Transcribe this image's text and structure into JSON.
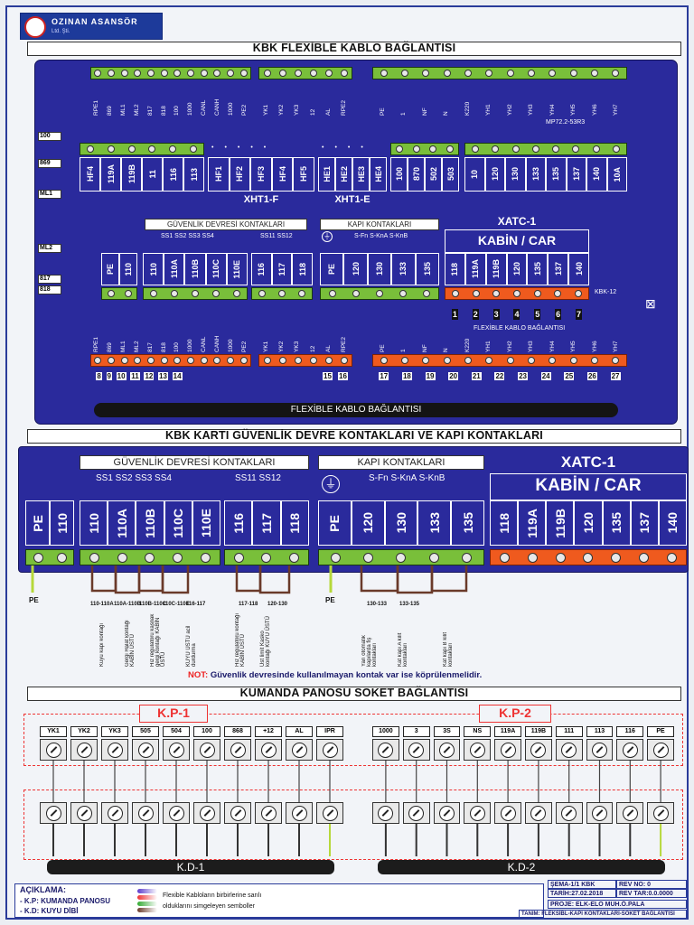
{
  "brand": {
    "name": "OZINAN ASANSÖR",
    "tagline": "Ltd. Şti."
  },
  "sec1_title": "KBK FLEXİBLE KABLO BAĞLANTISI",
  "sec2_title": "KBK KARTI GÜVENLİK DEVRE KONTAKLARI VE KAPI KONTAKLARI",
  "sec3_title": "KUMANDA PANOSU SOKET BAĞLANTISI",
  "flexible_caption": "FLEXİBLE KABLO BAĞLANTISI",
  "flex_small": "FLEXİBLE KABLO BAĞLANTISI",
  "board_code": "MP72.2-53R3",
  "kbk12": "KBK-12",
  "edge_labels": [
    "100",
    "869",
    "ML1",
    "ML2",
    "817",
    "818"
  ],
  "top_group1": [
    "RPE1",
    "869",
    "ML1",
    "ML2",
    "817",
    "818",
    "100",
    "1000",
    "CANL",
    "CANH",
    "1000",
    "PE2"
  ],
  "top_group2": [
    "YK1",
    "YK2",
    "YK3",
    "12",
    "AL",
    "RPE2"
  ],
  "top_group3": [
    "PE",
    "1",
    "NF",
    "N",
    "K220",
    "YH1",
    "YH2",
    "YH3",
    "YH4",
    "YH5",
    "YH6",
    "YH7"
  ],
  "row2_g1": [
    "HF4",
    "119A",
    "119B",
    "11",
    "116",
    "113"
  ],
  "row2_g2": [
    "HF1",
    "HF2",
    "HF3",
    "HF4",
    "HF5"
  ],
  "row2_g3": [
    "HE1",
    "HE2",
    "HE3",
    "HE4"
  ],
  "row2_g4": [
    "100",
    "870",
    "502",
    "503"
  ],
  "row2_g5": [
    "10",
    "120",
    "130",
    "133",
    "135",
    "137",
    "140",
    "10A"
  ],
  "xht1f": "XHT1-F",
  "xht1e": "XHT1-E",
  "guv_title": "GÜVENLİK DEVRESİ KONTAKLARI",
  "kapi_title": "KAPI KONTAKLARI",
  "xatc": "XATC-1",
  "kabin": "KABİN / CAR",
  "ss_a": "SS1  SS2  SS3  SS4",
  "ss_b": "SS11 SS12",
  "kapi_sub": "S-Fn  S-KnA S-KnB",
  "row3_pe": [
    "PE",
    "110"
  ],
  "row3_guv": [
    "110",
    "110A",
    "110B",
    "110C",
    "110E"
  ],
  "row3_ss": [
    "116",
    "117",
    "118"
  ],
  "row3_kapi": [
    "PE",
    "120",
    "130",
    "133",
    "135"
  ],
  "row3_xatc": [
    "118",
    "119A",
    "119B",
    "120",
    "135",
    "137",
    "140"
  ],
  "flex_nums": [
    "1",
    "2",
    "3",
    "4",
    "5",
    "6",
    "7"
  ],
  "bottom_g1": [
    "RPE1",
    "869",
    "ML1",
    "ML2",
    "817",
    "818",
    "100",
    "1000",
    "CANL",
    "CANH",
    "1000",
    "PE2"
  ],
  "bottom_g2": [
    "YK1",
    "YK2",
    "YK3",
    "12",
    "AL",
    "RPE2"
  ],
  "bottom_g3": [
    "PE",
    "1",
    "NF",
    "N",
    "K220",
    "YH1",
    "YH2",
    "YH3",
    "YH4",
    "YH5",
    "YH6",
    "YH7"
  ],
  "wire_nums_a": [
    "8",
    "9",
    "10",
    "11",
    "12",
    "13",
    "14"
  ],
  "wire_nums_b": [
    "15",
    "16"
  ],
  "wire_nums_c": [
    "17",
    "18",
    "19",
    "20",
    "21",
    "22",
    "23",
    "24",
    "25",
    "26",
    "27"
  ],
  "s2_pe": [
    "PE",
    "110"
  ],
  "s2_guv": [
    "110",
    "110A",
    "110B",
    "110C",
    "110E"
  ],
  "s2_ss": [
    "116",
    "117",
    "118"
  ],
  "s2_kapi": [
    "PE",
    "120",
    "130",
    "133",
    "135"
  ],
  "s2_xatc": [
    "118",
    "119A",
    "119B",
    "120",
    "135",
    "137",
    "140"
  ],
  "bridges": [
    "110-110A",
    "110A-110B",
    "110B-110C",
    "110C-110E",
    "116-117",
    "117-118",
    "120-130",
    "130-133",
    "133-135"
  ],
  "pe_labels": [
    "PE",
    "PE"
  ],
  "descriptions": [
    "Kuyu kapı kontağı",
    "Gergi Halat kontağı KABİN ÜSTÜ",
    "Hız regülatörü kasnak gergi kontağı KABİN ÜSTÜ",
    "KUYU ÜSTÜ acil durdurma",
    "Hız regülatörü kontağı KABİN ÜSTÜ",
    "Üst limit Kasko kontağı KUYU ÜSTÜ",
    "Yarı otomatik kapılarda fiş kontakları",
    "Kat kapı A kilit kontakları",
    "Kat kapı B kilit kontakları"
  ],
  "note_label": "NOT:",
  "note_text": "Güvenlik devresinde kullanılmayan kontak var ise köprülenmelidir.",
  "kp1": "K.P-1",
  "kp2": "K.P-2",
  "kd1": "K.D-1",
  "kd2": "K.D-2",
  "kp1_labels": [
    "YK1",
    "YK2",
    "YK3",
    "505",
    "504",
    "100",
    "868",
    "+12",
    "AL",
    "IPR"
  ],
  "kp2_labels": [
    "1000",
    "3",
    "3S",
    "NS",
    "119A",
    "119B",
    "111",
    "113",
    "116",
    "PE"
  ],
  "legend": {
    "title": "AÇIKLAMA:",
    "kp": "- K.P: KUMANDA PANOSU",
    "kd": "- K.D: KUYU DİBİ",
    "sym1": "Flexible Kabloların birbirlerine sarılı",
    "sym2": "olduklarını simgeleyen semboller"
  },
  "titleblock": {
    "sema": "ŞEMA-1/1 KBK",
    "rev": "REV NO: 0",
    "tarih": "TARİH:27.02.2018",
    "revtar": "REV TAR:0.0.0000",
    "proje": "PROJE: ELK-ELO MUH.Ö.PALA",
    "tanim": "TANIM: FLEKSİBL-KAPI KONTAKLARI-SOKET BAĞLANTISI"
  },
  "colors": {
    "panel": "#2a2a9c",
    "green": "#79bf3a",
    "red": "#ef5a1e",
    "dash": "#e33"
  }
}
